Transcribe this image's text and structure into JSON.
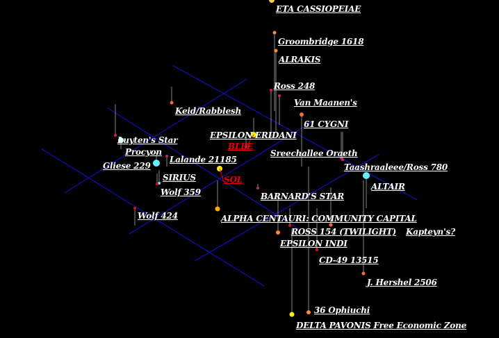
{
  "colors": {
    "grid": "#1010c0",
    "drop": "#888888",
    "label": "#ffffff",
    "home": "#ee0000"
  },
  "stars": [
    {
      "name": "ETA CASSIOPEIAE",
      "color": "#ffcc44"
    },
    {
      "name": "Groombridge 1618",
      "color": "#ff8833"
    },
    {
      "name": "ALRAKIS",
      "color": "#ff8833"
    },
    {
      "name": "Ross 248",
      "color": "#cc2266"
    },
    {
      "name": "Van Maanen's",
      "color": "#cc2266"
    },
    {
      "name": "Keid/Rabblesh",
      "color": "#ff6633"
    },
    {
      "name": "61 CYGNI",
      "color": "#ff6633"
    },
    {
      "name": "EPSILON ERIDANI",
      "color": "#ffee00"
    },
    {
      "name": "BLEE",
      "color": "#cc2266"
    },
    {
      "name": "Sreechallee Oraeth",
      "color": "#cc2266"
    },
    {
      "name": "Luyten's Star",
      "color": "#ddffee"
    },
    {
      "name": "Procyon",
      "color": "#66eeff"
    },
    {
      "name": "Gliese 229",
      "color": "#cc2266"
    },
    {
      "name": "Lalande 21185",
      "color": "#cc2266"
    },
    {
      "name": "SIRIUS",
      "color": "#66eeff"
    },
    {
      "name": "SOL",
      "color": "#ffee00"
    },
    {
      "name": "Wolf 359",
      "color": "#dd1111"
    },
    {
      "name": "Taashraaleee/Ross 780",
      "color": "#cc2266"
    },
    {
      "name": "ALTAIR",
      "color": "#66eeff"
    },
    {
      "name": "BARNARD'S STAR",
      "color": "#cc2266"
    },
    {
      "name": "Wolf  424",
      "color": "#dd1111"
    },
    {
      "name": "ALPHA CENTAURI: COMMUNITY CAPITAL",
      "color": "#ffaa00"
    },
    {
      "name": "ROSS 154 (TWILIGHT)",
      "color": "#dd1111"
    },
    {
      "name": "Kapteyn's?",
      "color": "#ff6633"
    },
    {
      "name": "EPSILON INDI",
      "color": "#ff8833"
    },
    {
      "name": "CD-49 13515",
      "color": "#dd1111"
    },
    {
      "name": "J. Hershel 2506",
      "color": "#ff6633"
    },
    {
      "name": "36 Ophiuchi",
      "color": "#ff8833"
    },
    {
      "name": "DELTA PAVONIS Free Economic Zone",
      "color": "#ffee00"
    }
  ]
}
